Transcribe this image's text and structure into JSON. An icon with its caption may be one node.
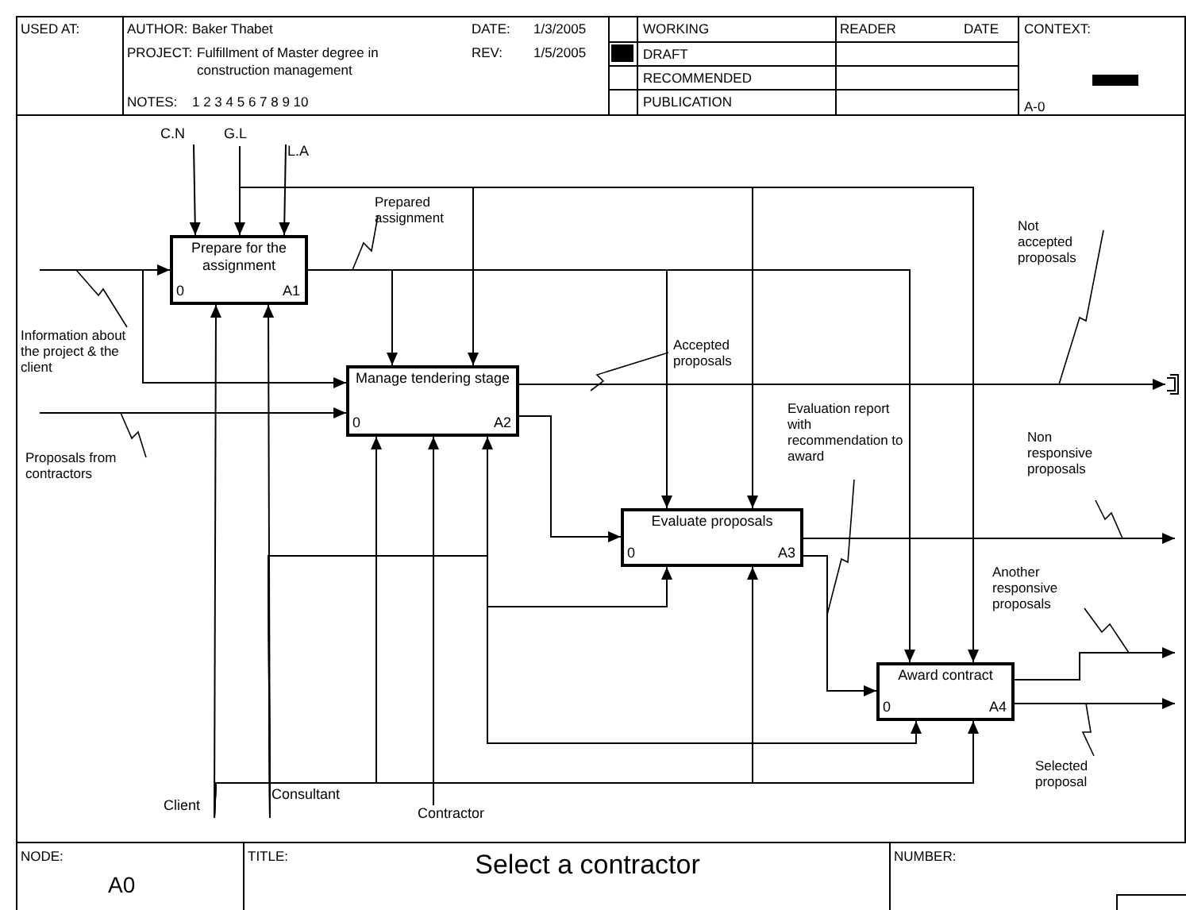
{
  "diagram": {
    "title": "Select a contractor",
    "nodes": [
      {
        "text": [
          "Prepare for the assignment",
          "0",
          "A1"
        ]
      },
      {
        "text": [
          "Manage tendering stage",
          "0",
          "A2"
        ]
      },
      {
        "text": [
          "Evaluate proposals",
          "0",
          "A3"
        ]
      },
      {
        "text": [
          "Award contract",
          "0",
          "A4"
        ]
      },
      {
        "text": [
          "C.N"
        ]
      },
      {
        "text": [
          "G.L"
        ]
      },
      {
        "text": [
          "L.A"
        ]
      },
      {
        "text": [
          "Client"
        ]
      },
      {
        "text": [
          "Consultant"
        ]
      },
      {
        "text": [
          "Contractor"
        ]
      }
    ],
    "edges": [
      {
        "from": 4,
        "to": 0,
        "arrow": "to"
      },
      {
        "from": 5,
        "to": 0,
        "arrow": "to"
      },
      {
        "from": 5,
        "to": 1,
        "arrow": "to"
      },
      {
        "from": 5,
        "to": 2,
        "arrow": "to"
      },
      {
        "from": 5,
        "to": 3,
        "arrow": "to"
      },
      {
        "from": 6,
        "to": 0,
        "arrow": "to"
      },
      {
        "from": 0,
        "to": 1,
        "arrow": "to",
        "label": "Prepared assignment"
      },
      {
        "from": 0,
        "to": 2,
        "arrow": "to"
      },
      {
        "from": 0,
        "to": 3,
        "arrow": "to"
      },
      {
        "from": null,
        "to": 0,
        "arrow": "to",
        "label": "Information about the project & the client"
      },
      {
        "from": null,
        "to": 1,
        "arrow": "to"
      },
      {
        "from": null,
        "to": 1,
        "arrow": "to",
        "label": "Proposals from contractors"
      },
      {
        "from": 1,
        "to": null,
        "arrow": "to",
        "label": "Not accepted proposals"
      },
      {
        "from": 1,
        "to": 2,
        "arrow": "to",
        "label": "Accepted proposals"
      },
      {
        "from": 2,
        "to": null,
        "arrow": "to",
        "label": "Non responsive proposals"
      },
      {
        "from": 2,
        "to": 3,
        "arrow": "to",
        "label": "Evaluation report with recommendation to award"
      },
      {
        "from": 3,
        "to": null,
        "arrow": "to",
        "label": "Another responsive proposals"
      },
      {
        "from": 3,
        "to": null,
        "arrow": "to",
        "label": "Selected proposal"
      },
      {
        "from": 7,
        "to": 0,
        "arrow": "to"
      },
      {
        "from": 7,
        "to": 1,
        "arrow": "to"
      },
      {
        "from": 7,
        "to": 2,
        "arrow": "to"
      },
      {
        "from": 7,
        "to": 3,
        "arrow": "to"
      },
      {
        "from": 8,
        "to": 0,
        "arrow": "to"
      },
      {
        "from": 8,
        "to": 1,
        "arrow": "to"
      },
      {
        "from": 8,
        "to": 2,
        "arrow": "to"
      },
      {
        "from": 8,
        "to": 3,
        "arrow": "to"
      },
      {
        "from": 9,
        "to": 1,
        "arrow": "to"
      }
    ],
    "labels": [
      "USED AT:",
      "AUTHOR:",
      "Baker Thabet",
      "DATE:",
      "1/3/2005",
      "PROJECT:",
      "Fulfillment of Master degree in construction management",
      "REV:",
      "1/5/2005",
      "NOTES:",
      "1 2 3 4 5 6 7 8 9 10",
      "WORKING",
      "READER",
      "DATE",
      "CONTEXT:",
      "DRAFT",
      "RECOMMENDED",
      "PUBLICATION",
      "A-0",
      "NODE:",
      "A0",
      "TITLE:",
      "NUMBER:"
    ]
  }
}
